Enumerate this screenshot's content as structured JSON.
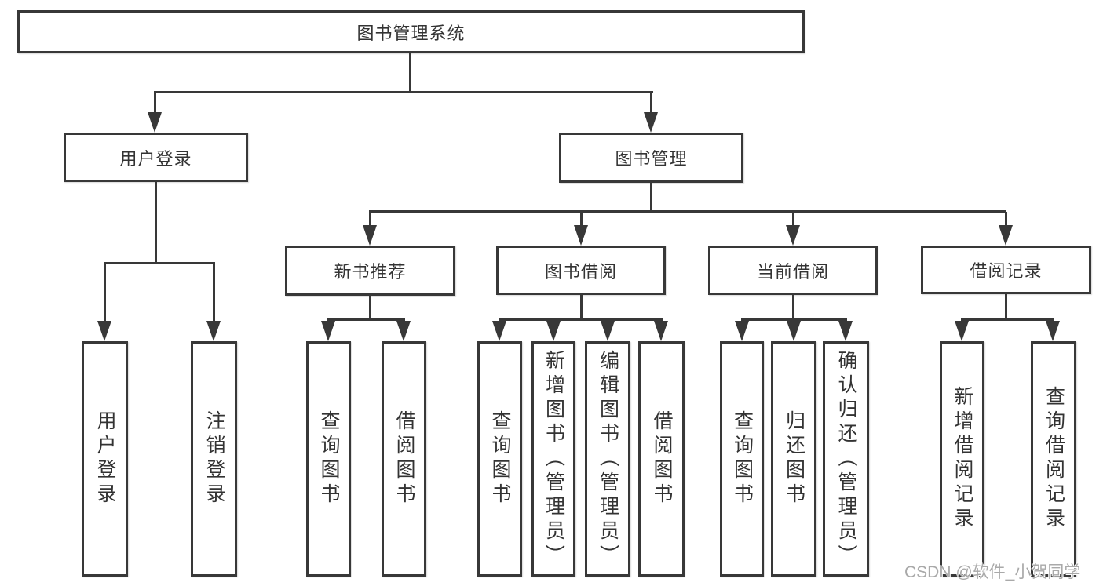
{
  "diagram": {
    "root": {
      "label": "图书管理系统"
    },
    "level2": {
      "user_login": {
        "label": "用户登录"
      },
      "book_management": {
        "label": "图书管理"
      }
    },
    "level3": {
      "new_book_recommend": {
        "label": "新书推荐"
      },
      "book_borrow": {
        "label": "图书借阅"
      },
      "current_borrow": {
        "label": "当前借阅"
      },
      "borrow_records": {
        "label": "借阅记录"
      }
    },
    "leaves": {
      "user_login": {
        "label": "用户登录"
      },
      "logout": {
        "label": "注销登录"
      },
      "rec_query_books": {
        "label": "查询图书"
      },
      "rec_borrow_books": {
        "label": "借阅图书"
      },
      "borrow_query_books": {
        "label": "查询图书"
      },
      "borrow_add_books_admin": {
        "label": "新增图书（管理员）"
      },
      "borrow_edit_books_admin": {
        "label": "编辑图书（管理员）"
      },
      "borrow_borrow_books": {
        "label": "借阅图书"
      },
      "current_query_books": {
        "label": "查询图书"
      },
      "current_return_books": {
        "label": "归还图书"
      },
      "current_confirm_return_admin": {
        "label": "确认归还（管理员）"
      },
      "records_add_record": {
        "label": "新增借阅记录"
      },
      "records_query_record": {
        "label": "查询借阅记录"
      }
    },
    "watermark": "CSDN @软件_小贺同学"
  },
  "colors": {
    "line": "#383838",
    "text": "#333333",
    "background": "#ffffff",
    "watermark": "#a9a9a9"
  }
}
